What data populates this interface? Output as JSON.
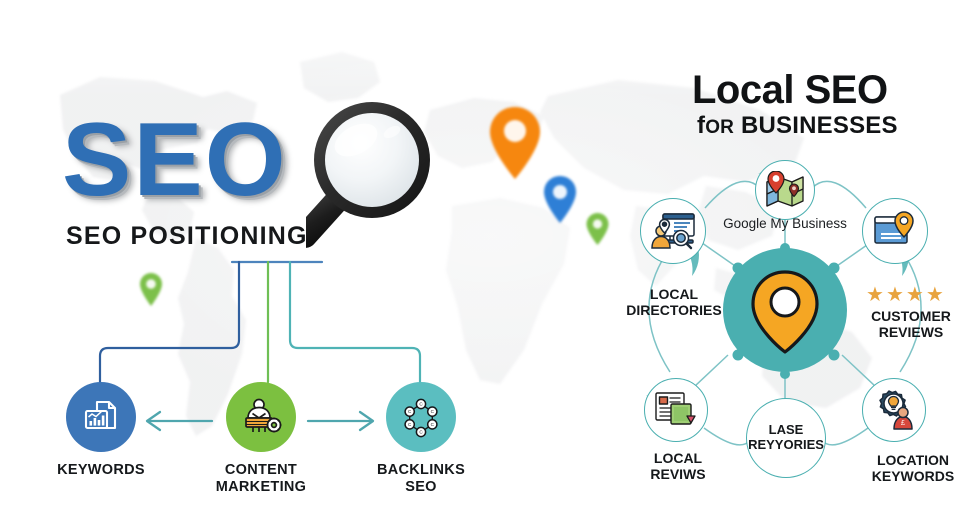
{
  "left_panel": {
    "headline": "SEO",
    "subheadline": "SEO POSITIONING",
    "magnifier_icon": "magnifying-glass-icon",
    "map_pins": [
      {
        "name": "orange-map-pin",
        "color": "#F6870F",
        "size": "large"
      },
      {
        "name": "blue-map-pin",
        "color": "#2E7FD6",
        "size": "medium"
      },
      {
        "name": "green-map-pin",
        "color": "#7CC04A",
        "size": "small"
      },
      {
        "name": "green-map-pin-left",
        "color": "#7CC04A",
        "size": "small"
      }
    ],
    "branches": [
      {
        "label": "KEYWORDS",
        "icon": "chart-document-icon",
        "color": "#3d76b8",
        "line_color": "#2f5f9e"
      },
      {
        "label_line1": "CONTENT",
        "label_line2": "MARKETING",
        "icon": "content-megaphone-gear-icon",
        "color": "#7cc040",
        "line_color": "#6fbf55"
      },
      {
        "label_line1": "BACKLINKS",
        "label_line2": "SEO",
        "icon": "backlink-ring-icon",
        "color": "#5bbec0",
        "line_color": "#4fb3b5"
      }
    ],
    "arrows": [
      {
        "name": "arrow-left",
        "direction": "left"
      },
      {
        "name": "arrow-right",
        "direction": "right"
      }
    ]
  },
  "right_panel": {
    "title": "Local SEO",
    "subtitle_prefix": "f",
    "subtitle_small": "OR",
    "subtitle_rest": " BUSINESSES",
    "subtitle_full": "fOR BUSINESSES",
    "hub": {
      "name": "local-seo-hub",
      "icon": "map-pin-icon",
      "circle_color": "#4aafb0",
      "pin_color": "#f5a623"
    },
    "nodes": [
      {
        "id": "google-my-business",
        "icon": "folded-map-icon",
        "label": "Google My Business",
        "label_position": "below",
        "label_style": "regular"
      },
      {
        "id": "local-directories",
        "icon": "directory-window-icon",
        "label_line1": "LOCAL",
        "label_line2": "DIRECTORIES"
      },
      {
        "id": "customer-reviews",
        "icon": "review-card-pin-icon",
        "label_line1": "CUSTOMER",
        "label_line2": "REVIEWS",
        "stars": 4,
        "star_color": "#e8a33d"
      },
      {
        "id": "local-reviews",
        "icon": "article-review-icon",
        "label_line1": "LOCAL",
        "label_line2": "REVIWS"
      },
      {
        "id": "lase-reyyories",
        "icon": "text-only",
        "inner_line1": "LASE",
        "inner_line2": "REYYORIES"
      },
      {
        "id": "location-keywords",
        "icon": "gear-bulb-person-icon",
        "label_line1": "LOCATION",
        "label_line2": "KEYWORDS"
      }
    ],
    "accent_color": "#4aafb0"
  }
}
